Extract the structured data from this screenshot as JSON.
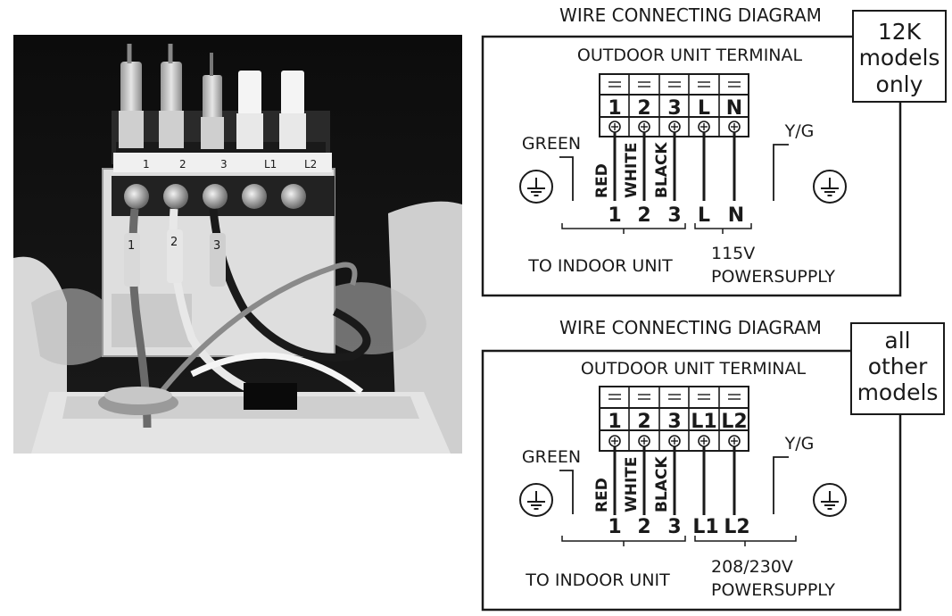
{
  "photo": {
    "terminal_labels": [
      "1",
      "2",
      "3",
      "L1",
      "L2"
    ],
    "wire_tags": [
      "1",
      "2",
      "3"
    ]
  },
  "diagrams": [
    {
      "title": "WIRE CONNECTING DIAGRAM",
      "model_note": [
        "12K",
        "models",
        "only"
      ],
      "terminal_title": "OUTDOOR UNIT TERMINAL",
      "terminals": [
        "1",
        "2",
        "3",
        "L",
        "N"
      ],
      "wire_colors": [
        "RED",
        "WHITE",
        "BLACK"
      ],
      "bottom_labels": [
        "1",
        "2",
        "3",
        "L",
        "N"
      ],
      "ground_left": "GREEN",
      "ground_right": "Y/G",
      "indoor_label": "TO INDOOR UNIT",
      "voltage": "115V",
      "power_label": "POWERSUPPLY"
    },
    {
      "title": "WIRE CONNECTING DIAGRAM",
      "model_note": [
        "all",
        "other",
        "models"
      ],
      "terminal_title": "OUTDOOR UNIT TERMINAL",
      "terminals": [
        "1",
        "2",
        "3",
        "L1",
        "L2"
      ],
      "wire_colors": [
        "RED",
        "WHITE",
        "BLACK"
      ],
      "bottom_labels": [
        "1",
        "2",
        "3",
        "L1",
        "L2"
      ],
      "ground_left": "GREEN",
      "ground_right": "Y/G",
      "indoor_label": "TO INDOOR UNIT",
      "voltage": "208/230V",
      "power_label": "POWERSUPPLY"
    }
  ]
}
